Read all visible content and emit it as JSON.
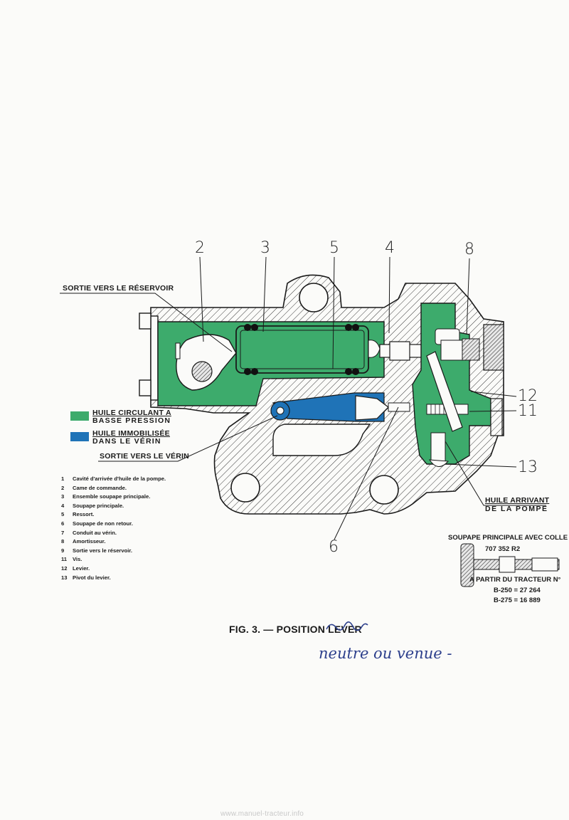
{
  "figure": {
    "caption_prefix": "FIG. 3. — POSITION",
    "caption_struck_word": "LEVER",
    "handwritten_note": "neutre ou venue -"
  },
  "part_numbers": [
    "2",
    "3",
    "5",
    "4",
    "8",
    "12",
    "11",
    "13",
    "6"
  ],
  "callouts": {
    "reservoir_outlet": "SORTIE VERS LE RÉSERVOIR",
    "cylinder_outlet": "SORTIE VERS LE VÉRIN",
    "pump_oil_line1": "HUILE ARRIVANT",
    "pump_oil_line2": "DE LA POMPE"
  },
  "legend": [
    {
      "line1": "HUILE CIRCULANT A",
      "line2": "BASSE PRESSION",
      "color": "#3dab6c"
    },
    {
      "line1": "HUILE IMMOBILISÉE",
      "line2": "DANS LE VÉRIN",
      "color": "#1f73b7"
    }
  ],
  "parts_list": [
    {
      "n": "1",
      "text": "Cavité d'arrivée d'huile de la pompe."
    },
    {
      "n": "2",
      "text": "Came de commande."
    },
    {
      "n": "3",
      "text": "Ensemble soupape principale."
    },
    {
      "n": "4",
      "text": "Soupape principale."
    },
    {
      "n": "5",
      "text": "Ressort."
    },
    {
      "n": "6",
      "text": "Soupape de non retour."
    },
    {
      "n": "7",
      "text": "Conduit au vérin."
    },
    {
      "n": "8",
      "text": "Amortisseur."
    },
    {
      "n": "9",
      "text": "Sortie vers le réservoir."
    },
    {
      "n": "11",
      "text": "Vis."
    },
    {
      "n": "12",
      "text": "Levier."
    },
    {
      "n": "13",
      "text": "Pivot du levier."
    }
  ],
  "valve_inset": {
    "title": "SOUPAPE PRINCIPALE AVEC COLLE",
    "part_number": "707 352 R2",
    "from_label": "A PARTIR DU TRACTEUR N°",
    "serials": [
      {
        "model": "B-250",
        "value": "27 264"
      },
      {
        "model": "B-275",
        "value": "16 889"
      }
    ]
  },
  "colors": {
    "green": "#3dab6c",
    "blue": "#1f73b7",
    "ink": "#1a1a1a",
    "handwriting": "#2c3f8c"
  },
  "watermark": "www.manuel-tracteur.info"
}
